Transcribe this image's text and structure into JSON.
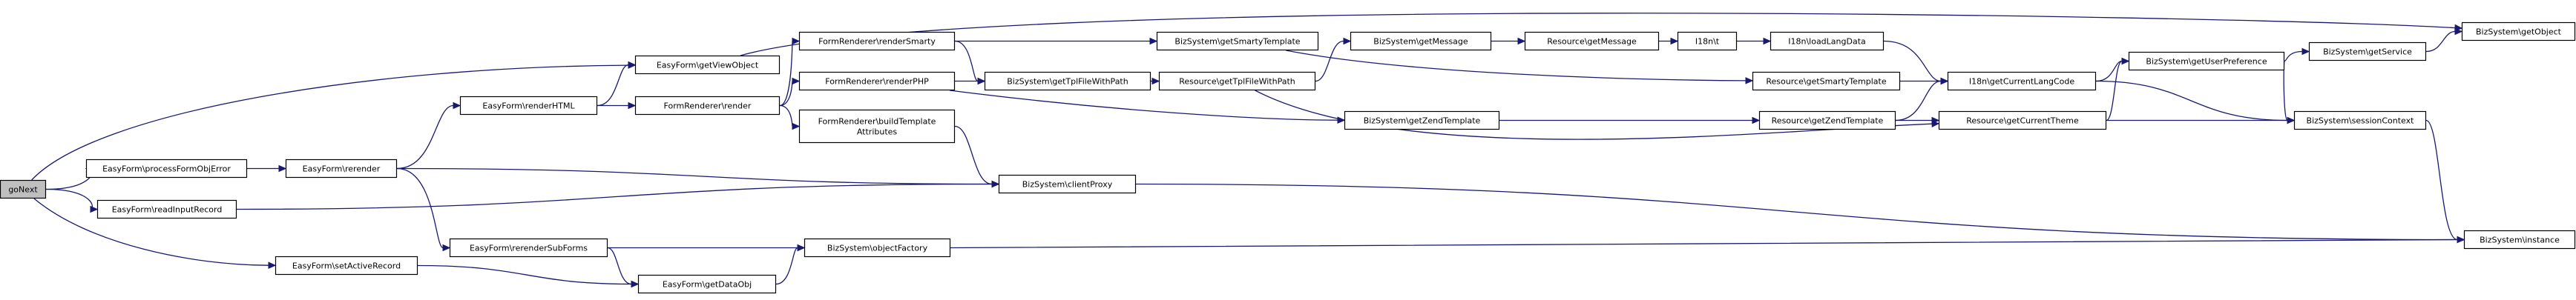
{
  "graph": {
    "type": "call-graph",
    "nodes": [
      {
        "id": "goNext",
        "label": "goNext",
        "root": true
      },
      {
        "id": "processFormObjError",
        "label": "EasyForm\\processFormObjError"
      },
      {
        "id": "readInputRecord",
        "label": "EasyForm\\readInputRecord"
      },
      {
        "id": "setActiveRecord",
        "label": "EasyForm\\setActiveRecord"
      },
      {
        "id": "efRerender",
        "label": "EasyForm\\rerender"
      },
      {
        "id": "getViewObject",
        "label": "EasyForm\\getViewObject"
      },
      {
        "id": "renderHTML",
        "label": "EasyForm\\renderHTML"
      },
      {
        "id": "rerenderSubForms",
        "label": "EasyForm\\rerenderSubForms"
      },
      {
        "id": "getDataObj",
        "label": "EasyForm\\getDataObj"
      },
      {
        "id": "frRender",
        "label": "FormRenderer\\render"
      },
      {
        "id": "renderSmarty",
        "label": "FormRenderer\\renderSmarty"
      },
      {
        "id": "renderPHP",
        "label": "FormRenderer\\renderPHP"
      },
      {
        "id": "buildTemplate",
        "label": [
          "FormRenderer\\buildTemplate",
          "Attributes"
        ]
      },
      {
        "id": "clientProxy",
        "label": "BizSystem\\clientProxy"
      },
      {
        "id": "objectFactory",
        "label": "BizSystem\\objectFactory"
      },
      {
        "id": "getSmartyTemplate",
        "label": "BizSystem\\getSmartyTemplate"
      },
      {
        "id": "getTplFileWithPath",
        "label": "BizSystem\\getTplFileWithPath"
      },
      {
        "id": "resGetTplFileWithPath",
        "label": "Resource\\getTplFileWithPath"
      },
      {
        "id": "bsGetMessage",
        "label": "BizSystem\\getMessage"
      },
      {
        "id": "getZendTemplate",
        "label": "BizSystem\\getZendTemplate"
      },
      {
        "id": "resGetMessage",
        "label": "Resource\\getMessage"
      },
      {
        "id": "i18nT",
        "label": "I18n\\t"
      },
      {
        "id": "loadLangData",
        "label": "I18n\\loadLangData"
      },
      {
        "id": "resGetSmartyTemplate",
        "label": "Resource\\getSmartyTemplate"
      },
      {
        "id": "resGetZendTemplate",
        "label": "Resource\\getZendTemplate"
      },
      {
        "id": "getCurrentLangCode",
        "label": "I18n\\getCurrentLangCode"
      },
      {
        "id": "getCurrentTheme",
        "label": "Resource\\getCurrentTheme"
      },
      {
        "id": "getUserPreference",
        "label": "BizSystem\\getUserPreference"
      },
      {
        "id": "sessionContext",
        "label": "BizSystem\\sessionContext"
      },
      {
        "id": "getService",
        "label": "BizSystem\\getService"
      },
      {
        "id": "getObject",
        "label": "BizSystem\\getObject"
      },
      {
        "id": "instance",
        "label": "BizSystem\\instance"
      }
    ],
    "edges": [
      [
        "goNext",
        "getViewObject"
      ],
      [
        "goNext",
        "processFormObjError"
      ],
      [
        "goNext",
        "readInputRecord"
      ],
      [
        "goNext",
        "setActiveRecord"
      ],
      [
        "processFormObjError",
        "efRerender"
      ],
      [
        "readInputRecord",
        "clientProxy"
      ],
      [
        "setActiveRecord",
        "getDataObj"
      ],
      [
        "efRerender",
        "renderHTML"
      ],
      [
        "efRerender",
        "clientProxy"
      ],
      [
        "efRerender",
        "rerenderSubForms"
      ],
      [
        "renderHTML",
        "getViewObject"
      ],
      [
        "renderHTML",
        "frRender"
      ],
      [
        "rerenderSubForms",
        "objectFactory"
      ],
      [
        "rerenderSubForms",
        "getDataObj"
      ],
      [
        "getDataObj",
        "objectFactory"
      ],
      [
        "getViewObject",
        "getObject"
      ],
      [
        "frRender",
        "renderSmarty"
      ],
      [
        "frRender",
        "renderPHP"
      ],
      [
        "frRender",
        "buildTemplate"
      ],
      [
        "buildTemplate",
        "clientProxy"
      ],
      [
        "renderSmarty",
        "getSmartyTemplate"
      ],
      [
        "renderSmarty",
        "getTplFileWithPath"
      ],
      [
        "renderPHP",
        "getTplFileWithPath"
      ],
      [
        "renderPHP",
        "getZendTemplate"
      ],
      [
        "getTplFileWithPath",
        "resGetTplFileWithPath"
      ],
      [
        "resGetTplFileWithPath",
        "bsGetMessage"
      ],
      [
        "resGetTplFileWithPath",
        "getCurrentTheme"
      ],
      [
        "getSmartyTemplate",
        "resGetSmartyTemplate"
      ],
      [
        "getZendTemplate",
        "resGetZendTemplate"
      ],
      [
        "bsGetMessage",
        "resGetMessage"
      ],
      [
        "resGetMessage",
        "i18nT"
      ],
      [
        "i18nT",
        "loadLangData"
      ],
      [
        "loadLangData",
        "getCurrentLangCode"
      ],
      [
        "resGetSmartyTemplate",
        "getCurrentLangCode"
      ],
      [
        "resGetZendTemplate",
        "getCurrentLangCode"
      ],
      [
        "resGetZendTemplate",
        "getCurrentTheme"
      ],
      [
        "getCurrentLangCode",
        "getUserPreference"
      ],
      [
        "getCurrentLangCode",
        "sessionContext"
      ],
      [
        "getCurrentTheme",
        "getUserPreference"
      ],
      [
        "getCurrentTheme",
        "sessionContext"
      ],
      [
        "getUserPreference",
        "getService"
      ],
      [
        "getUserPreference",
        "sessionContext"
      ],
      [
        "getService",
        "getObject"
      ],
      [
        "sessionContext",
        "instance"
      ],
      [
        "clientProxy",
        "instance"
      ],
      [
        "objectFactory",
        "instance"
      ]
    ],
    "colors": {
      "edge": "#191970",
      "node_border": "#000000",
      "root_fill": "#bfbfbf",
      "node_fill": "#ffffff"
    }
  }
}
